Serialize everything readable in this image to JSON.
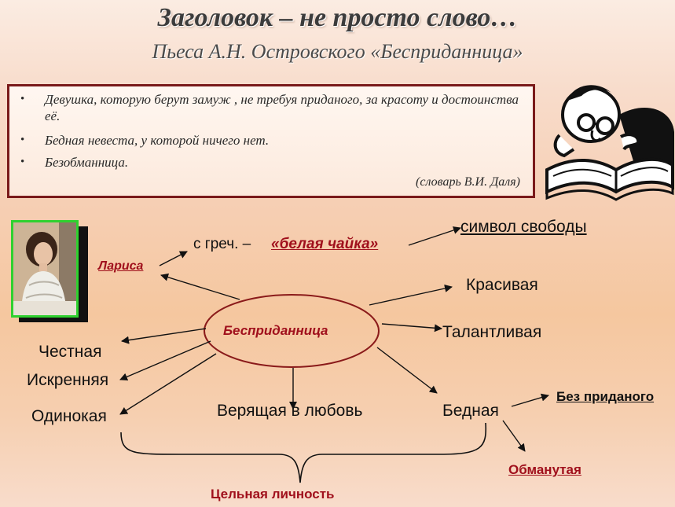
{
  "header": {
    "title": "Заголовок – не просто слово…",
    "subtitle": "Пьеса А.Н. Островского «Бесприданница»"
  },
  "definitions": {
    "items": [
      "Девушка, которую берут замуж , не требуя приданого, за красоту и достоинства её.",
      "Бедная невеста, у которой ничего нет.",
      "Безобманница."
    ],
    "bullet": "•",
    "source": "(словарь В.И. Даля)"
  },
  "diagram": {
    "center": "Бесприданница",
    "larisa": "Лариса",
    "greek_prefix": "с греч. –",
    "greek_meaning": "«белая чайка»",
    "freedom": "символ свободы",
    "beautiful": "Красивая",
    "talented": "Талантливая",
    "honest": "Честная",
    "sincere": "Искренняя",
    "lonely": "Одинокая",
    "believing": "Верящая в любовь",
    "poor": "Бедная",
    "no_dowry": "Без приданого",
    "deceived": "Обманутая",
    "whole_person": "Цельная личность"
  },
  "colors": {
    "accent_red": "#a0101c",
    "box_border": "#7a1a1a",
    "photo_border": "#2fd12f"
  },
  "icons": {
    "reader": "reading-man-with-book-illustration",
    "photo": "larisa-portrait-photo"
  }
}
